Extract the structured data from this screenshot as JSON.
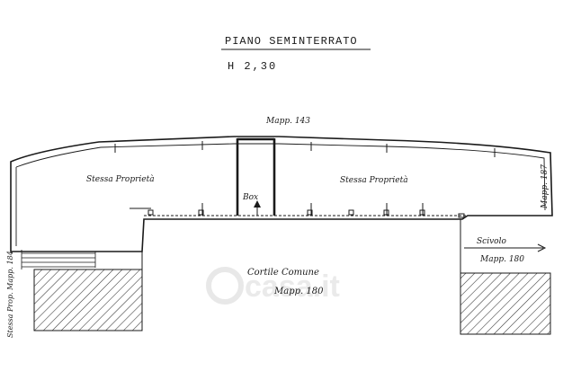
{
  "title": "PIANO SEMINTERRATO",
  "height_label": "H 2,30",
  "labels": {
    "mapp_top": "Mapp. 143",
    "left_room": "Stessa Proprietà",
    "right_room": "Stessa Proprietà",
    "box": "Box",
    "right_side": "Mapp. 187",
    "courtyard": "Cortile Comune",
    "courtyard_mapp": "Mapp. 180",
    "ramp": "Scivolo",
    "ramp_mapp": "Mapp. 180",
    "left_side": "Stessa Prop. Mapp. 184"
  },
  "watermark": "casa.it"
}
